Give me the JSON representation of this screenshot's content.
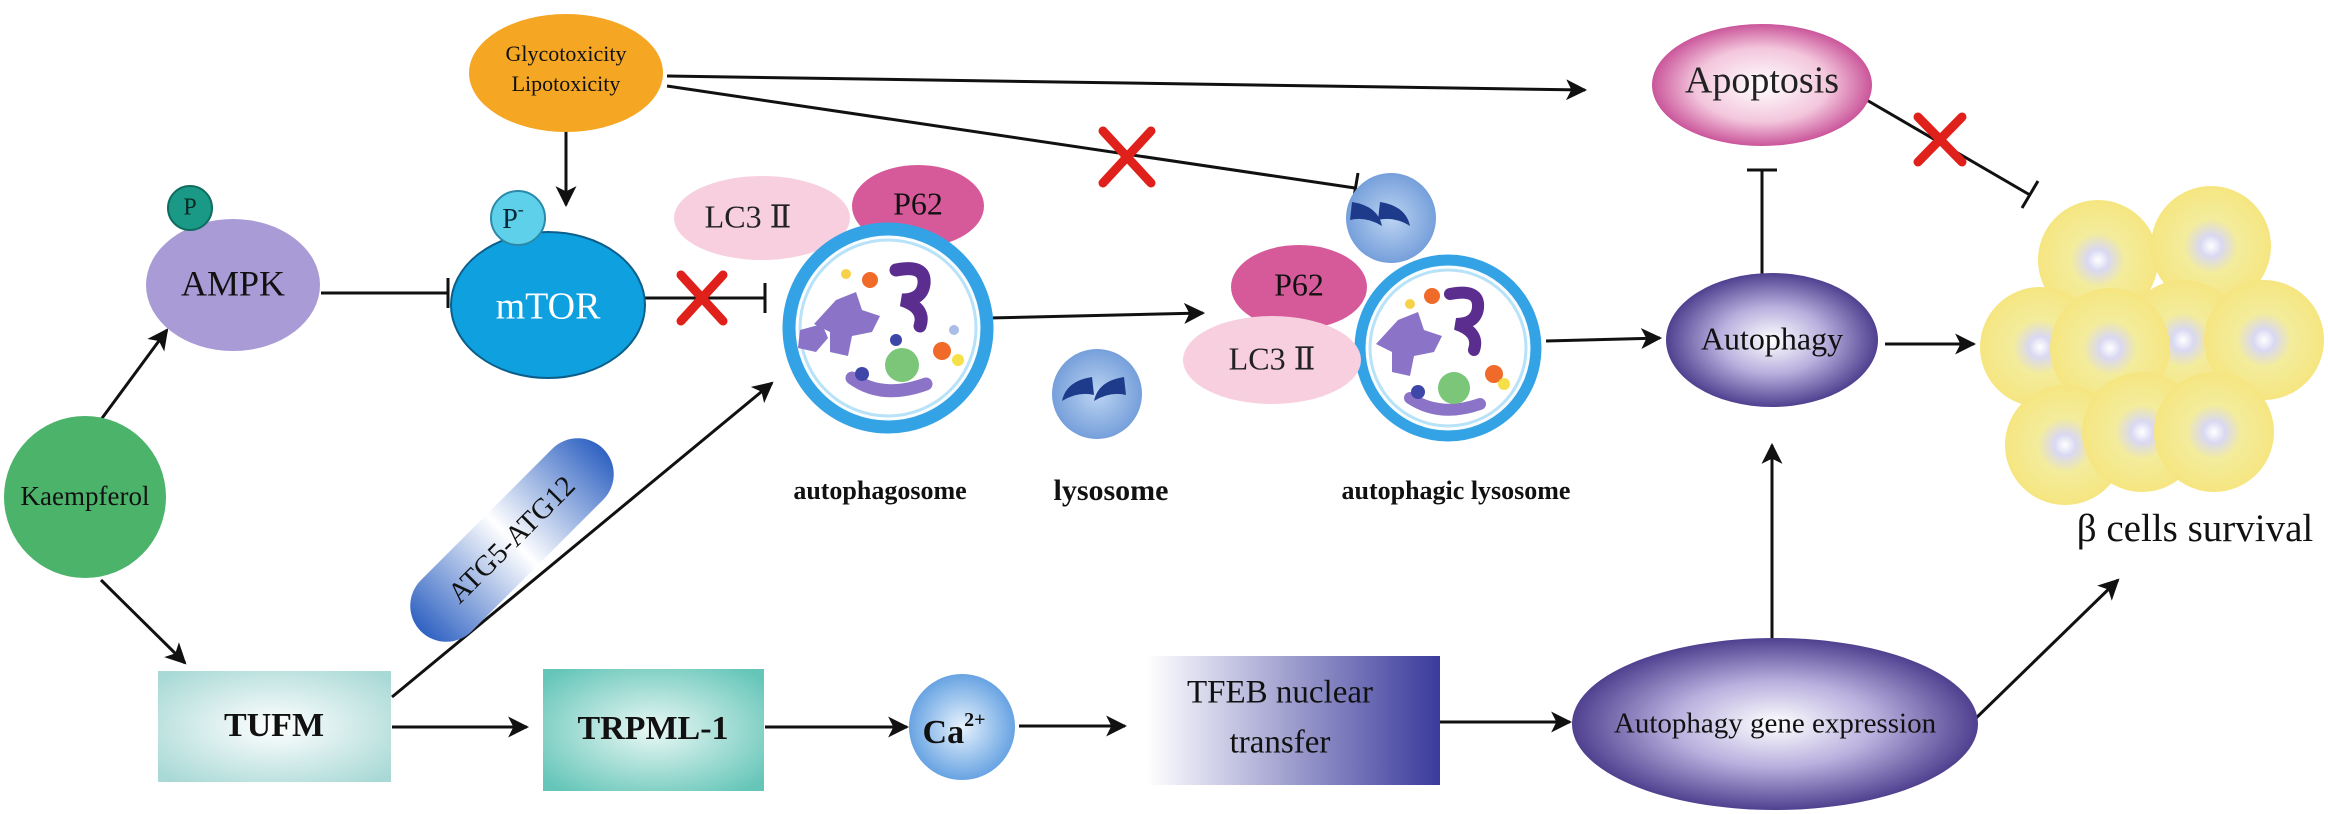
{
  "nodes": {
    "stress": {
      "line1": "Glycotoxicity",
      "line2": "Lipotoxicity"
    },
    "apoptosis": "Apoptosis",
    "p_ampk": "P",
    "ampk": "AMPK",
    "p_mtor": "P",
    "p_mtor_sup": "-",
    "mtor": "mTOR",
    "lc3_1": "LC3 Ⅱ",
    "p62_1": "P62",
    "p62_2": "P62",
    "lc3_2": "LC3 Ⅱ",
    "autophagy": "Autophagy",
    "kaempferol": "Kaempferol",
    "atg": "ATG5-ATG12",
    "autophagosome": "autophagosome",
    "lysosome": "lysosome",
    "autophagic_lysosome": "autophagic lysosome",
    "beta_cells": "β cells survival",
    "tufm": "TUFM",
    "trpml": "TRPML-1",
    "ca": "Ca",
    "ca_sup": "2+",
    "tfeb1": "TFEB nuclear",
    "tfeb2": "transfer",
    "gene_expr": "Autophagy gene expression"
  },
  "colors": {
    "orange": "#f5a623",
    "green": "#4cb36b",
    "mtor_blue": "#0fa0e0",
    "lavender": "#a99bd6",
    "teal": "#1a9a86",
    "pink_light": "#f7cfdf",
    "pink_dark": "#d65a9a",
    "purple_dark": "#3e2e85",
    "inhibit_red": "#e0201a",
    "cell_yellow": "#f6e98c"
  }
}
